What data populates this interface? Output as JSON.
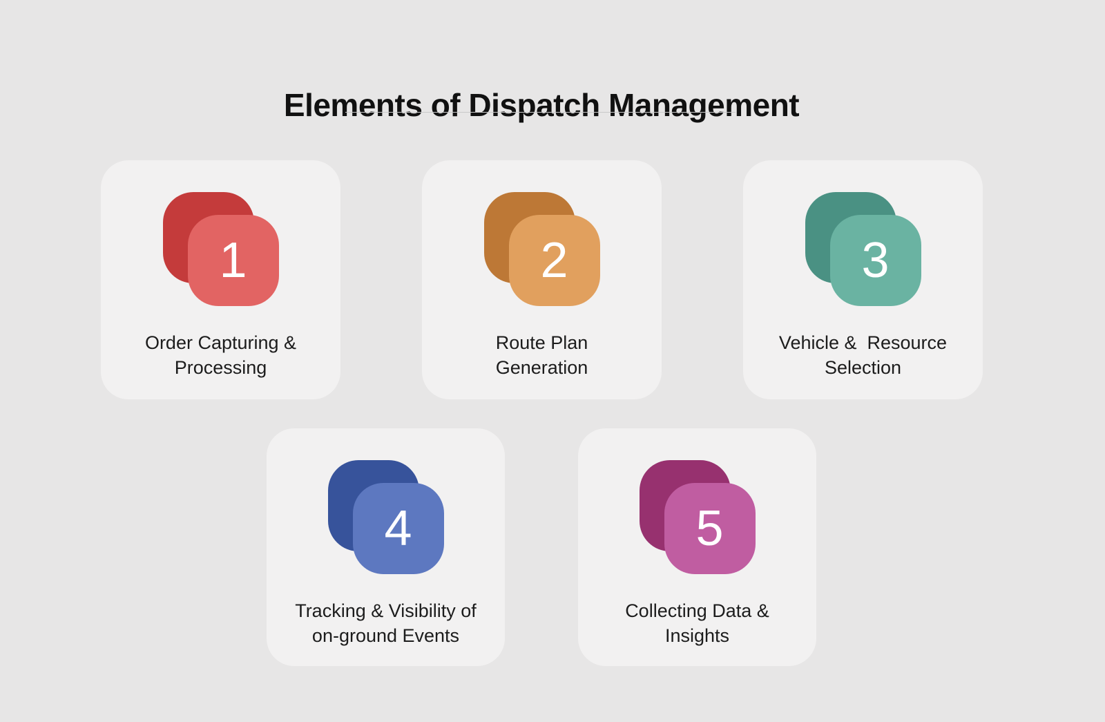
{
  "title": "Elements of Dispatch Management",
  "colors": {
    "page_bg": "#e7e6e6",
    "card_bg": "#f2f1f1",
    "title_text": "#111111",
    "label_text": "#1c1c1c",
    "divider": "#c8c8c8",
    "number_text": "#ffffff"
  },
  "cards": [
    {
      "number": "1",
      "label": "Order Capturing & Processing",
      "lines": [
        "Order Capturing &",
        "Processing"
      ],
      "back_color": "#c43b3b",
      "front_color": "#e26463"
    },
    {
      "number": "2",
      "label": "Route Plan Generation",
      "lines": [
        "Route Plan",
        "Generation"
      ],
      "back_color": "#bd7836",
      "front_color": "#e1a05e"
    },
    {
      "number": "3",
      "label": "Vehicle &  Resource Selection",
      "lines": [
        "Vehicle &  Resource",
        "Selection"
      ],
      "back_color": "#4a9183",
      "front_color": "#6ab3a2"
    },
    {
      "number": "4",
      "label": "Tracking & Visibility of on-ground Events",
      "lines": [
        "Tracking & Visibility of",
        "on-ground Events"
      ],
      "back_color": "#37539b",
      "front_color": "#5d78c0"
    },
    {
      "number": "5",
      "label": "Collecting Data & Insights",
      "lines": [
        "Collecting Data &",
        "Insights"
      ],
      "back_color": "#97316f",
      "front_color": "#c05da1"
    }
  ]
}
